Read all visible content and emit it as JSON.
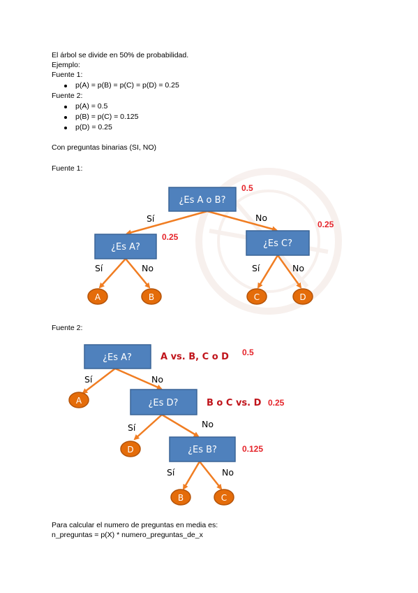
{
  "intro": {
    "line1": "El árbol se divide en 50% de probabilidad.",
    "line2": "Ejemplo:",
    "fuente1_label": "Fuente 1:",
    "fuente1_items": [
      "p(A) = p(B) = p(C) = p(D) = 0.25"
    ],
    "fuente2_label": "Fuente 2:",
    "fuente2_items": [
      "p(A) = 0.5",
      "p(B) = p(C) = 0.125",
      "p(D) = 0.25"
    ],
    "binary_note": "Con preguntas binarias (SI, NO)"
  },
  "tree1": {
    "caption": "Fuente 1:",
    "root": "¿Es A o B?",
    "root_prob": "0.5",
    "left": "¿Es A?",
    "left_prob": "0.25",
    "right": "¿Es C?",
    "right_prob": "0.25",
    "yes": "Sí",
    "no": "No",
    "leaves": [
      "A",
      "B",
      "C",
      "D"
    ]
  },
  "tree2": {
    "caption": "Fuente 2:",
    "q1": "¿Es A?",
    "q1_note": "A vs. B, C o D",
    "q1_prob": "0.5",
    "q2": "¿Es D?",
    "q2_note": "B o C vs. D",
    "q2_prob": "0.25",
    "q3": "¿Es B?",
    "q3_prob": "0.125",
    "yes": "Sí",
    "no": "No",
    "leaves": [
      "A",
      "D",
      "B",
      "C"
    ]
  },
  "footer": {
    "line1": "Para calcular el numero de preguntas en media es:",
    "line2": "n_preguntas = p(X) * numero_preguntas_de_x"
  },
  "colors": {
    "box": "#4f81bd",
    "box_border": "#3a6496",
    "arrow": "#f07d22",
    "leaf": "#e46c0a",
    "leaf_border": "#b45309",
    "prob": "#e5242a"
  }
}
